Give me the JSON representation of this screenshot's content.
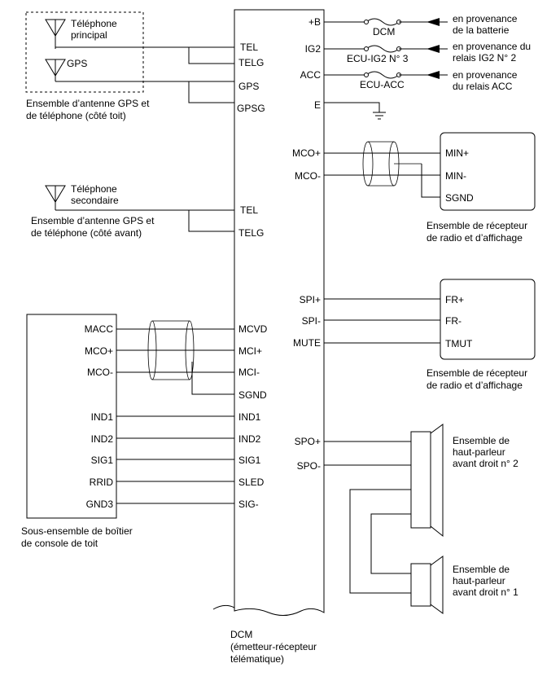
{
  "dcm": {
    "title_line1": "DCM",
    "title_line2": "(émetteur-récepteur",
    "title_line3": "télématique)",
    "left_pins": {
      "tel_roof": "TEL",
      "telg_roof": "TELG",
      "gps": "GPS",
      "gpsg": "GPSG",
      "tel_front": "TEL",
      "telg_front": "TELG",
      "mcvd": "MCVD",
      "mci_plus": "MCI+",
      "mci_minus": "MCI-",
      "sgnd": "SGND",
      "ind1": "IND1",
      "ind2": "IND2",
      "sig1": "SIG1",
      "sled": "SLED",
      "sig_minus": "SIG-"
    },
    "right_pins": {
      "b_plus": "+B",
      "ig2": "IG2",
      "acc": "ACC",
      "e": "E",
      "mco_plus": "MCO+",
      "mco_minus": "MCO-",
      "spi_plus": "SPI+",
      "spi_minus": "SPI-",
      "mute": "MUTE",
      "spo_plus": "SPO+",
      "spo_minus": "SPO-"
    }
  },
  "power": {
    "fuse_dcm": "DCM",
    "fuse_ig2": "ECU-IG2 N° 3",
    "fuse_acc": "ECU-ACC",
    "src_batt_1": "en provenance",
    "src_batt_2": "de la batterie",
    "src_ig2_1": "en provenance du",
    "src_ig2_2": "relais IG2 N° 2",
    "src_acc_1": "en provenance",
    "src_acc_2": "du relais ACC"
  },
  "roof_antenna": {
    "tel_label_1": "Téléphone",
    "tel_label_2": "principal",
    "gps_label": "GPS",
    "caption_1": "Ensemble d’antenne GPS et",
    "caption_2": "de téléphone (côté toit)"
  },
  "front_antenna": {
    "tel_label_1": "Téléphone",
    "tel_label_2": "secondaire",
    "caption_1": "Ensemble d’antenne GPS et",
    "caption_2": "de téléphone (côté avant)"
  },
  "radio_upper": {
    "pin_min_plus": "MIN+",
    "pin_min_minus": "MIN-",
    "pin_sgnd": "SGND",
    "caption_1": "Ensemble de récepteur",
    "caption_2": "de radio et d’affichage"
  },
  "radio_lower": {
    "pin_fr_plus": "FR+",
    "pin_fr_minus": "FR-",
    "pin_tmut": "TMUT",
    "caption_1": "Ensemble de récepteur",
    "caption_2": "de radio et d’affichage"
  },
  "console": {
    "pin_macc": "MACC",
    "pin_mco_plus": "MCO+",
    "pin_mco_minus": "MCO-",
    "pin_ind1": "IND1",
    "pin_ind2": "IND2",
    "pin_sig1": "SIG1",
    "pin_rrid": "RRID",
    "pin_gnd3": "GND3",
    "caption_1": "Sous-ensemble de boîtier",
    "caption_2": "de console de toit"
  },
  "speaker2": {
    "caption_1": "Ensemble de",
    "caption_2": "haut-parleur",
    "caption_3": "avant droit n° 2"
  },
  "speaker1": {
    "caption_1": "Ensemble de",
    "caption_2": "haut-parleur",
    "caption_3": "avant droit n° 1"
  }
}
